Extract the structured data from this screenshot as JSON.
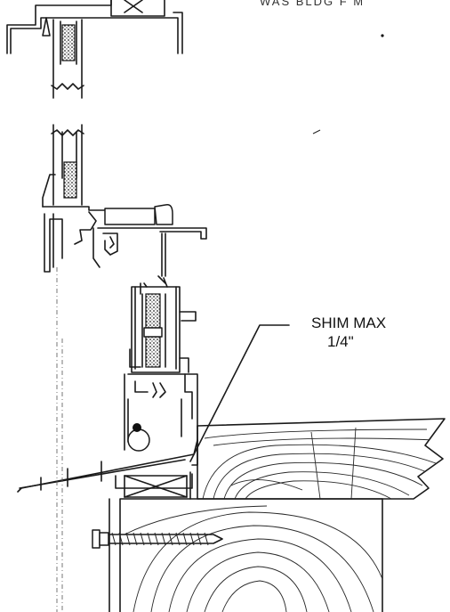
{
  "header": {
    "partial_text": "WAS   BLDG   F   M"
  },
  "callout": {
    "line1": "SHIM MAX",
    "line2": "1/4\""
  },
  "colors": {
    "ink": "#1a1a1a",
    "paper": "#ffffff"
  },
  "icons": {
    "screw": "lag-screw-icon",
    "backer_rod": "backer-rod-icon",
    "glazing_gasket": "glazing-gasket-icon"
  }
}
